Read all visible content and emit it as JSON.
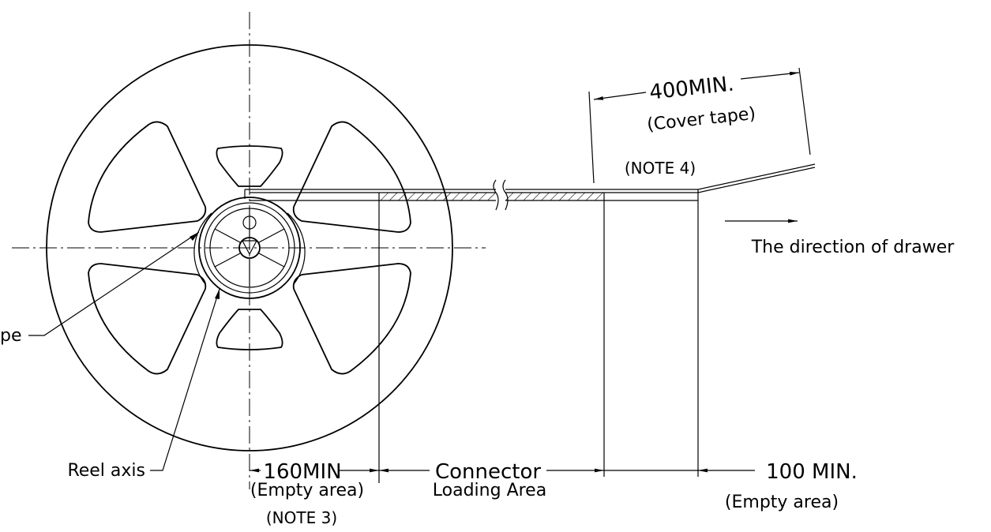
{
  "labels": {
    "dim_400": "400MIN.",
    "cover_tape": "(Cover tape)",
    "note_4": "(NOTE 4)",
    "direction": "The direction of drawer",
    "tape_partial": "pe",
    "reel_axis": "Reel axis",
    "dim_160": "160MIN",
    "empty_area_1": "(Empty area)",
    "note_3": "(NOTE 3)",
    "connector": "Connector",
    "loading_area": "Loading Area",
    "dim_100": "100 MIN.",
    "empty_area_2": "(Empty area)"
  },
  "colors": {
    "line": "#000000",
    "background": "#ffffff"
  }
}
